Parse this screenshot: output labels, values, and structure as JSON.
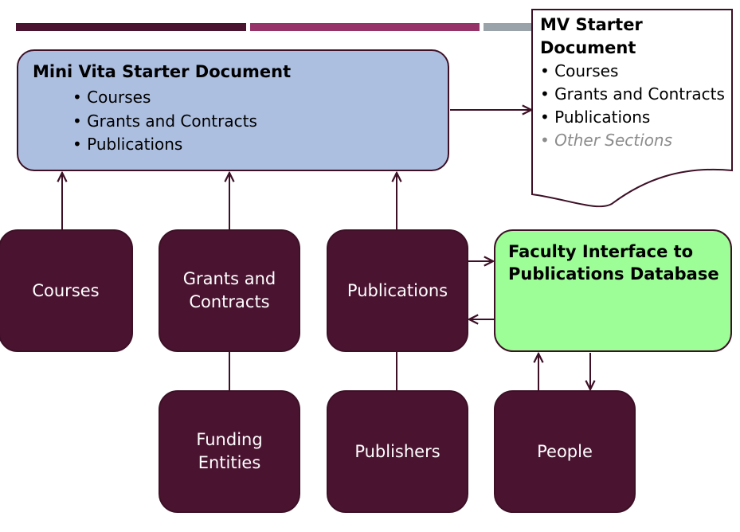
{
  "colors": {
    "dark": "#4a1431",
    "border": "#3d1026",
    "light_blue": "#adbfe0",
    "green": "#9dfd97",
    "bar_dark": "#4a1431",
    "bar_mid": "#96346a",
    "bar_gray": "#9aa3a9",
    "muted_text": "#8c8c8c"
  },
  "mini_vita": {
    "title": "Mini Vita Starter Document",
    "items": [
      "Courses",
      "Grants and Contracts",
      "Publications"
    ]
  },
  "mv_document": {
    "title_line1": "MV Starter",
    "title_line2": "Document",
    "items": [
      "Courses",
      "Grants and Contracts",
      "Publications"
    ],
    "other": "Other Sections"
  },
  "boxes": {
    "courses": "Courses",
    "grants_line1": "Grants and",
    "grants_line2": "Contracts",
    "publications": "Publications",
    "funding_line1": "Funding",
    "funding_line2": "Entities",
    "publishers": "Publishers",
    "people": "People"
  },
  "faculty_interface": {
    "line1": "Faculty Interface to",
    "line2": "Publications Database"
  }
}
